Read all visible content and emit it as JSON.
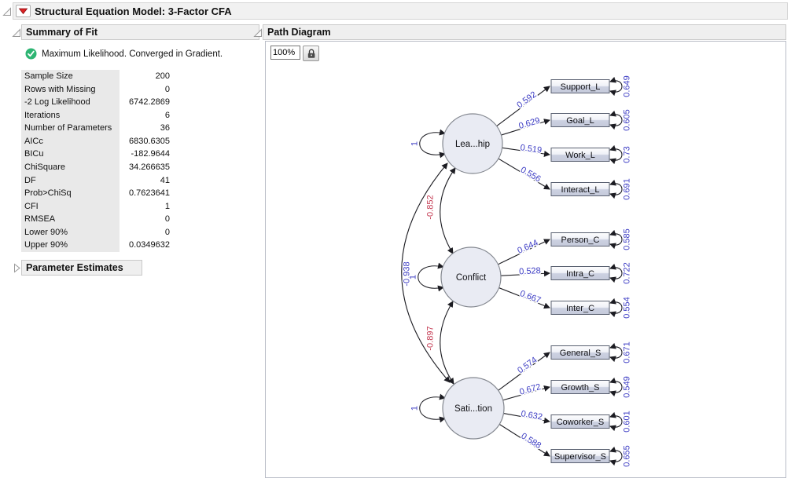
{
  "window": {
    "title": "Structural Equation Model: 3-Factor CFA"
  },
  "summary_of_fit": {
    "title": "Summary of Fit",
    "status_icon": "green-check-icon",
    "status": "Maximum Likelihood. Converged in Gradient.",
    "rows": [
      {
        "label": "Sample Size",
        "value": "200"
      },
      {
        "label": "Rows with Missing",
        "value": "0"
      },
      {
        "label": "-2 Log Likelihood",
        "value": "6742.2869"
      },
      {
        "label": "Iterations",
        "value": "6"
      },
      {
        "label": "Number of Parameters",
        "value": "36"
      },
      {
        "label": "AICc",
        "value": "6830.6305"
      },
      {
        "label": "BICu",
        "value": "-182.9644"
      },
      {
        "label": "ChiSquare",
        "value": "34.266635"
      },
      {
        "label": "DF",
        "value": "41"
      },
      {
        "label": "Prob>ChiSq",
        "value": "0.7623641"
      },
      {
        "label": "CFI",
        "value": "1"
      },
      {
        "label": "RMSEA",
        "value": "0"
      },
      {
        "label": "Lower 90%",
        "value": "0"
      },
      {
        "label": "Upper 90%",
        "value": "0.0349632"
      }
    ]
  },
  "parameter_estimates": {
    "title": "Parameter Estimates",
    "collapsed": true
  },
  "path_diagram": {
    "title": "Path Diagram",
    "zoom_value": "100%",
    "colors": {
      "positive_label": "#3d3dc4",
      "negative_label": "#c43a52",
      "edge": "#1c1c22"
    },
    "model": {
      "factors": [
        {
          "name": "Leadership",
          "display": "Lea...hip",
          "variance": "1",
          "indicators": [
            {
              "name": "Support_L",
              "loading": "0.592",
              "error": "0.649"
            },
            {
              "name": "Goal_L",
              "loading": "0.629",
              "error": "0.605"
            },
            {
              "name": "Work_L",
              "loading": "0.519",
              "error": "0.73"
            },
            {
              "name": "Interact_L",
              "loading": "0.556",
              "error": "0.691"
            }
          ]
        },
        {
          "name": "Conflict",
          "display": "Conflict",
          "variance": "1",
          "indicators": [
            {
              "name": "Person_C",
              "loading": "0.644",
              "error": "0.585"
            },
            {
              "name": "Intra_C",
              "loading": "0.528",
              "error": "0.722"
            },
            {
              "name": "Inter_C",
              "loading": "0.667",
              "error": "0.554"
            }
          ]
        },
        {
          "name": "Satisfaction",
          "display": "Sati...tion",
          "variance": "1",
          "indicators": [
            {
              "name": "General_S",
              "loading": "0.574",
              "error": "0.671"
            },
            {
              "name": "Growth_S",
              "loading": "0.672",
              "error": "0.549"
            },
            {
              "name": "Coworker_S",
              "loading": "0.632",
              "error": "0.601"
            },
            {
              "name": "Supervisor_S",
              "loading": "0.588",
              "error": "0.655"
            }
          ]
        }
      ],
      "covariances": [
        {
          "between": [
            "Leadership",
            "Conflict"
          ],
          "value": "-0.852",
          "color": "#c43a52"
        },
        {
          "between": [
            "Leadership",
            "Satisfaction"
          ],
          "value": "-0.938",
          "color": "#3d3dc4"
        },
        {
          "between": [
            "Conflict",
            "Satisfaction"
          ],
          "value": "-0.897",
          "color": "#c43a52"
        }
      ]
    }
  }
}
